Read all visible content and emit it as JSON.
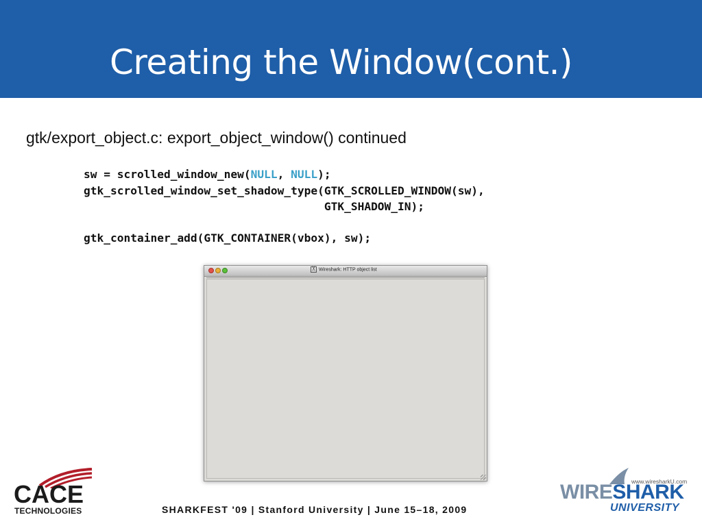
{
  "slide": {
    "title": "Creating the Window(cont.)",
    "subtitle": "gtk/export_object.c: export_object_window() continued",
    "code": {
      "line1": {
        "a": "sw = scrolled_window_new(",
        "k1": "NULL",
        "b": ", ",
        "k2": "NULL",
        "c": ");"
      },
      "line2": "gtk_scrolled_window_set_shadow_type(GTK_SCROLLED_WINDOW(sw),",
      "line3": "                                    GTK_SHADOW_IN);",
      "line4": "gtk_container_add(GTK_CONTAINER(vbox), sw);"
    },
    "keyword_color": "#3aa0c8"
  },
  "window": {
    "title": "Wireshark: HTTP object list",
    "app_icon": "x11-icon"
  },
  "footer": {
    "text": "SHARKFEST '09  |  Stanford University  |  June 15–18, 2009"
  },
  "logos": {
    "cace": {
      "name": "CACE",
      "sub": "TECHNOLOGIES"
    },
    "wireshark": {
      "url": "www.wiresharkU.com",
      "name_a": "WIRE",
      "name_b": "SHARK",
      "sub": "UNIVERSITY"
    }
  },
  "colors": {
    "brand_blue": "#1f5ea8"
  }
}
